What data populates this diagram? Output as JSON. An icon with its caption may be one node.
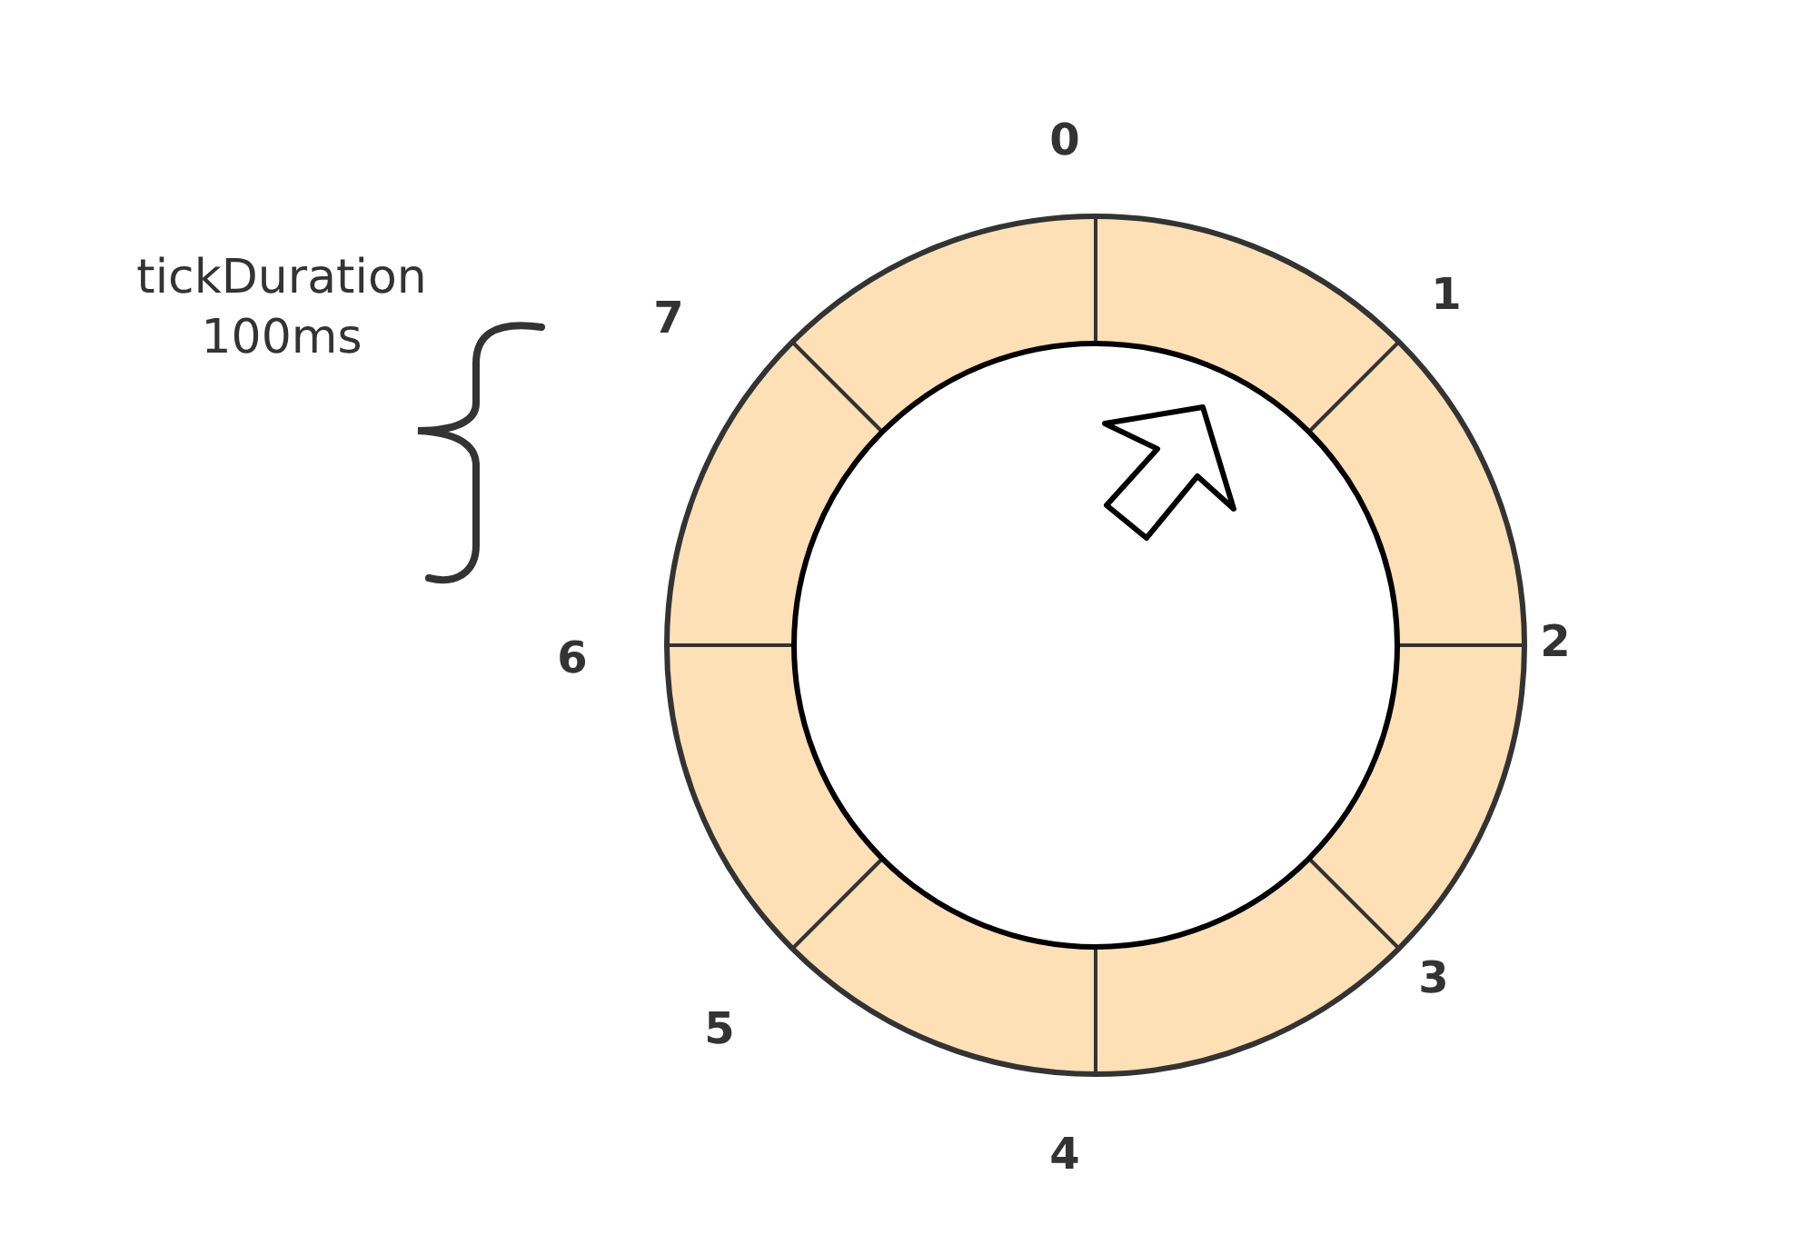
{
  "diagram": {
    "nodes": [
      {
        "text": [],
        "shape": "arc"
      },
      {
        "text": [],
        "shape": "arc"
      },
      {
        "text": [],
        "shape": "arc"
      },
      {
        "text": [],
        "shape": "arc"
      },
      {
        "text": [],
        "shape": "arc"
      },
      {
        "text": [],
        "shape": "arc"
      },
      {
        "text": [],
        "shape": "arc"
      },
      {
        "text": [],
        "shape": "arc"
      }
    ],
    "labels": [
      "0",
      "1",
      "2",
      "3",
      "4",
      "5",
      "6",
      "7",
      "tickDuration 100ms"
    ]
  }
}
